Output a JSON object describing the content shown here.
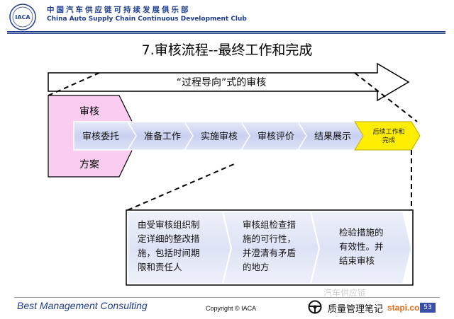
{
  "header": {
    "logo_text": "IACA",
    "title_cn": "中国汽车供应链可持续发展俱乐部",
    "title_en": "China Auto Supply Chain Continuous Development Club"
  },
  "slide_title": "7.审核流程--最终工作和完成",
  "banner_label": "“过程导向”式的审核",
  "plan_box": {
    "top": "审核",
    "bottom": "方案"
  },
  "steps": [
    {
      "label": "审核委托"
    },
    {
      "label": "准备工作"
    },
    {
      "label": "实施审核"
    },
    {
      "label": "审核评价"
    },
    {
      "label": "结果展示"
    },
    {
      "label_line1": "后续工作和",
      "label_line2": "完成"
    }
  ],
  "details": [
    {
      "lines": [
        "由受审核组织制",
        "定详细的整改措",
        "施，包括时间期",
        "限和责任人"
      ]
    },
    {
      "lines": [
        "审核组检查措",
        "施的可行性，",
        "并澄清有矛盾",
        "的地方"
      ]
    },
    {
      "lines": [
        "检验措施的",
        "有效性。并",
        "结束审核"
      ]
    }
  ],
  "footer": {
    "company": "Best Management Consulting",
    "copyright": "Copyright © IACA",
    "page": "53"
  },
  "watermark": {
    "text": "质量管理笔记",
    "site": "stapi.com",
    "faint": "汽车供应链"
  },
  "colors": {
    "brand": "#1f3d8c",
    "step_fill": "#cfd6f2",
    "step_fill_light": "#e8ecf8",
    "highlight": "#ffee00",
    "plan_fill": "#f8cdef"
  }
}
